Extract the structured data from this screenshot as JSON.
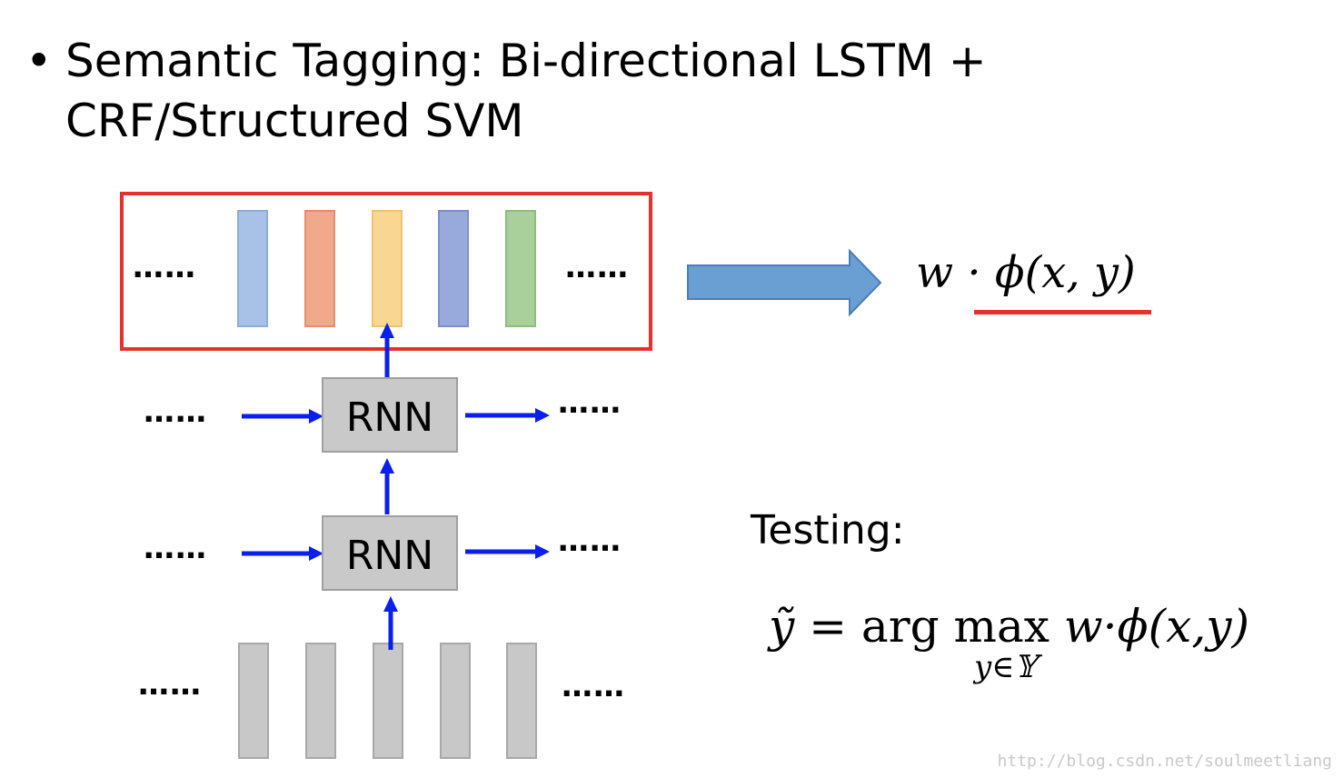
{
  "title": {
    "bullet": "•",
    "text": "Semantic Tagging: Bi-directional LSTM + CRF/Structured SVM"
  },
  "diagram": {
    "ellipsis": "……",
    "rnn_label": "RNN",
    "output_vector_colors": [
      "#a7c2e6",
      "#f0a98a",
      "#f9d792",
      "#98aadb",
      "#a9d09a"
    ],
    "output_vector_border_colors": [
      "#8aaed8",
      "#e0906c",
      "#eec36e",
      "#7c8fcc",
      "#8dbd7c"
    ],
    "input_vector_color": "#c8c8c8",
    "arrow_color": "#0a1ef0",
    "highlight_box_color": "#e8312e",
    "big_arrow_color": "#6a9fd3"
  },
  "score": {
    "formula": "w · ϕ(x, y)"
  },
  "testing": {
    "label": "Testing:",
    "lhs": "ỹ",
    "eq": " = arg max ",
    "rhs": "w·ϕ(x,y)",
    "subscript": "y∈𝕐"
  },
  "watermark": "http://blog.csdn.net/soulmeetliang"
}
